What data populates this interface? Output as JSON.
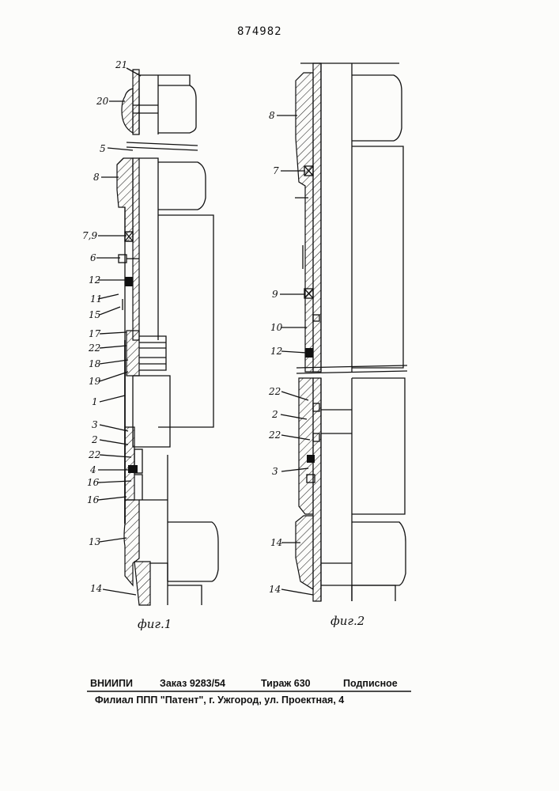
{
  "patent_number": "874982",
  "figures": {
    "fig1": {
      "caption": "фиг.1",
      "labels": [
        "21",
        "20",
        "5",
        "8",
        "7,9",
        "6",
        "12",
        "11",
        "15",
        "17",
        "22",
        "18",
        "19",
        "1",
        "3",
        "2",
        "22",
        "4",
        "16",
        "16",
        "13",
        "14"
      ]
    },
    "fig2": {
      "caption": "фиг.2",
      "labels": [
        "8",
        "7",
        "9",
        "10",
        "12",
        "22",
        "2",
        "22",
        "3",
        "14",
        "14"
      ]
    }
  },
  "footer": {
    "line1": [
      "ВНИИПИ",
      "Заказ 9283/54",
      "Тираж 630",
      "Подписное"
    ],
    "line2": "Филиал ППП \"Патент\", г. Ужгород, ул. Проектная, 4"
  }
}
